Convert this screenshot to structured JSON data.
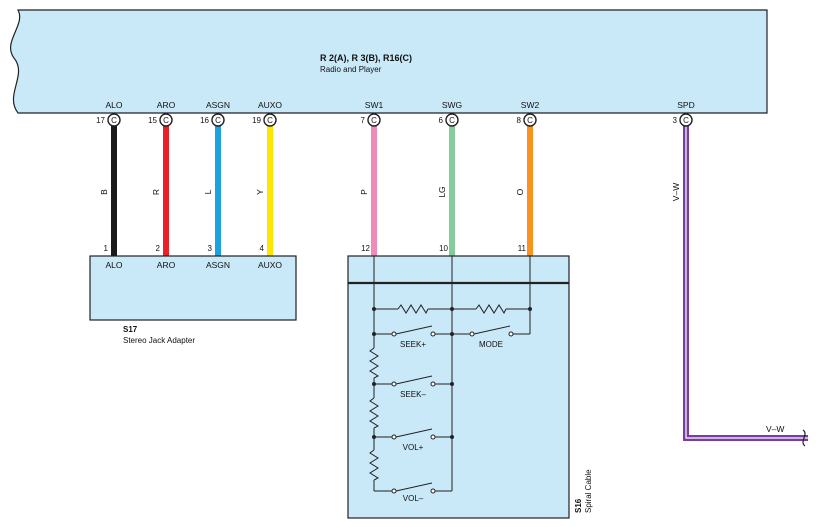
{
  "radio": {
    "id": "R 2(A), R 3(B), R16(C)",
    "name": "Radio and Player",
    "pins": [
      {
        "name": "ALO",
        "num": "17",
        "conn": "C"
      },
      {
        "name": "ARO",
        "num": "15",
        "conn": "C"
      },
      {
        "name": "ASGN",
        "num": "16",
        "conn": "C"
      },
      {
        "name": "AUXO",
        "num": "19",
        "conn": "C"
      },
      {
        "name": "SW1",
        "num": "7",
        "conn": "C"
      },
      {
        "name": "SWG",
        "num": "6",
        "conn": "C"
      },
      {
        "name": "SW2",
        "num": "8",
        "conn": "C"
      },
      {
        "name": "SPD",
        "num": "3",
        "conn": "C"
      }
    ]
  },
  "wires": [
    {
      "label": "B",
      "color": "#1a1a1a"
    },
    {
      "label": "R",
      "color": "#e8202a"
    },
    {
      "label": "L",
      "color": "#1da1e0"
    },
    {
      "label": "Y",
      "color": "#ffe600"
    },
    {
      "label": "P",
      "color": "#f08ab8"
    },
    {
      "label": "LG",
      "color": "#86cc9a"
    },
    {
      "label": "O",
      "color": "#f7931e"
    },
    {
      "label": "V–W",
      "color": "#7a3ea1"
    }
  ],
  "stereo_jack": {
    "id": "S17",
    "name": "Stereo Jack Adapter",
    "pins": [
      {
        "name": "ALO",
        "num": "1"
      },
      {
        "name": "ARO",
        "num": "2"
      },
      {
        "name": "ASGN",
        "num": "3"
      },
      {
        "name": "AUXO",
        "num": "4"
      }
    ]
  },
  "spiral_cable": {
    "id": "S16",
    "name": "Spiral Cable",
    "pins": [
      "12",
      "10",
      "11"
    ],
    "switches": [
      "SEEK+",
      "MODE",
      "SEEK–",
      "VOL+",
      "VOL–"
    ]
  },
  "continuation_label": "V–W",
  "colors": {
    "box_fill": "#c9e8f8",
    "line": "#222222",
    "purple": "#7a3ea1"
  }
}
